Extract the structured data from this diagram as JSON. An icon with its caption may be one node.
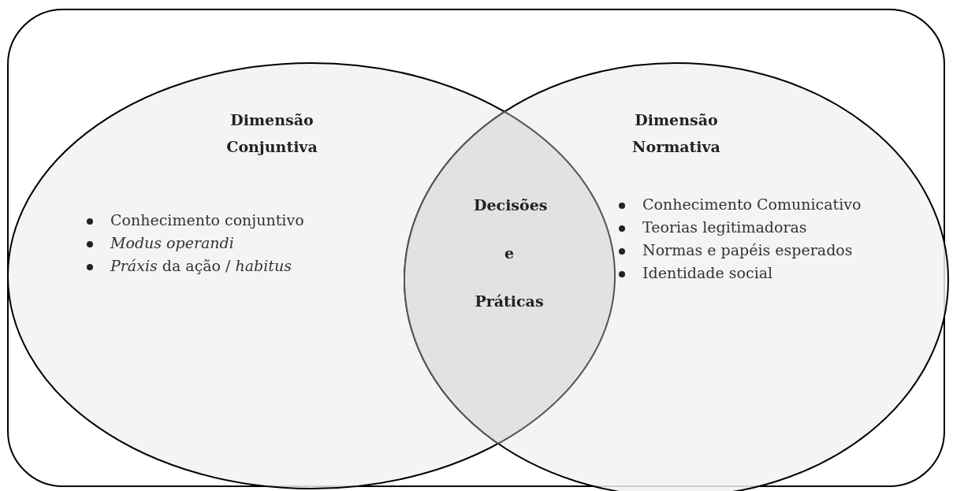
{
  "diagram": {
    "nodes": [
      {
        "text": [
          "Dimensão Conjuntiva",
          "Conhecimento conjuntivo",
          "*Modus operandi*",
          "*Práxis* da ação / *habitus*"
        ]
      },
      {
        "text": [
          "Dimensão Normativa",
          "Conhecimento Comunicativo",
          "Teorias legitimadoras",
          "Normas e papéis esperados",
          "Identidade social"
        ]
      },
      {
        "text": [
          "Decisões e Práticas"
        ]
      }
    ],
    "edges": []
  }
}
